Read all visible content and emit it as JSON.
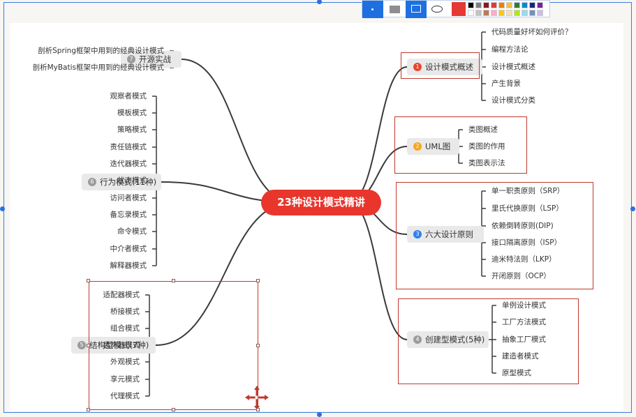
{
  "toolbar": {
    "tools": [
      "cursor",
      "highlight-rect",
      "rectangle",
      "ellipse"
    ],
    "active_color": "#e53935",
    "palette_row1": [
      "#000000",
      "#7f7f7f",
      "#8b1a1a",
      "#e53935",
      "#f57c00",
      "#fbc02d",
      "#2e7d32",
      "#0288d1",
      "#1a237e",
      "#7b1fa2"
    ],
    "palette_row2": [
      "#ffffff",
      "#c3c3c3",
      "#b97a57",
      "#ffaec9",
      "#ffc90e",
      "#efe4b0",
      "#b5e61d",
      "#99d9ea",
      "#7092be",
      "#c8bfe7"
    ]
  },
  "mindmap": {
    "center": "23种设计模式精讲",
    "branches": [
      {
        "num": "1",
        "color": "#e8452e",
        "label": "设计模式概述",
        "leaves": [
          "代码质量好坏如何评价？",
          "编程方法论",
          "设计模式概述",
          "产生背景",
          "设计模式分类"
        ]
      },
      {
        "num": "2",
        "color": "#f5a623",
        "label": "UML图",
        "leaves": [
          "类图概述",
          "类图的作用",
          "类图表示法"
        ]
      },
      {
        "num": "3",
        "color": "#2f80ed",
        "label": "六大设计原则",
        "leaves": [
          "单一职责原则（SRP）",
          "里氏代换原则（LSP）",
          "依赖倒转原则(DIP)",
          "接口隔离原则（ISP）",
          "迪米特法则（LKP）",
          "开闭原则（OCP）"
        ]
      },
      {
        "num": "4",
        "color": "#9b9b9b",
        "label": "创建型模式(5种)",
        "leaves": [
          "单例设计模式",
          "工厂方法模式",
          "抽象工厂模式",
          "建造者模式",
          "原型模式"
        ]
      },
      {
        "num": "5",
        "color": "#9b9b9b",
        "label": "结构型模式(7种)",
        "leaves": [
          "适配器模式",
          "桥接模式",
          "组合模式",
          "装饰器模式",
          "外观模式",
          "享元模式",
          "代理模式"
        ]
      },
      {
        "num": "6",
        "color": "#9b9b9b",
        "label": "行为模式(11种)",
        "leaves": [
          "观察者模式",
          "模板模式",
          "策略模式",
          "责任链模式",
          "迭代器模式",
          "状态模式",
          "访问者模式",
          "备忘录模式",
          "命令模式",
          "中介者模式",
          "解释器模式"
        ]
      },
      {
        "num": "7",
        "color": "#9b9b9b",
        "label": "开源实战",
        "leaves": [
          "剖析Spring框架中用到的经典设计模式",
          "剖析MyBatis框架中用到的经典设计模式"
        ]
      }
    ]
  }
}
